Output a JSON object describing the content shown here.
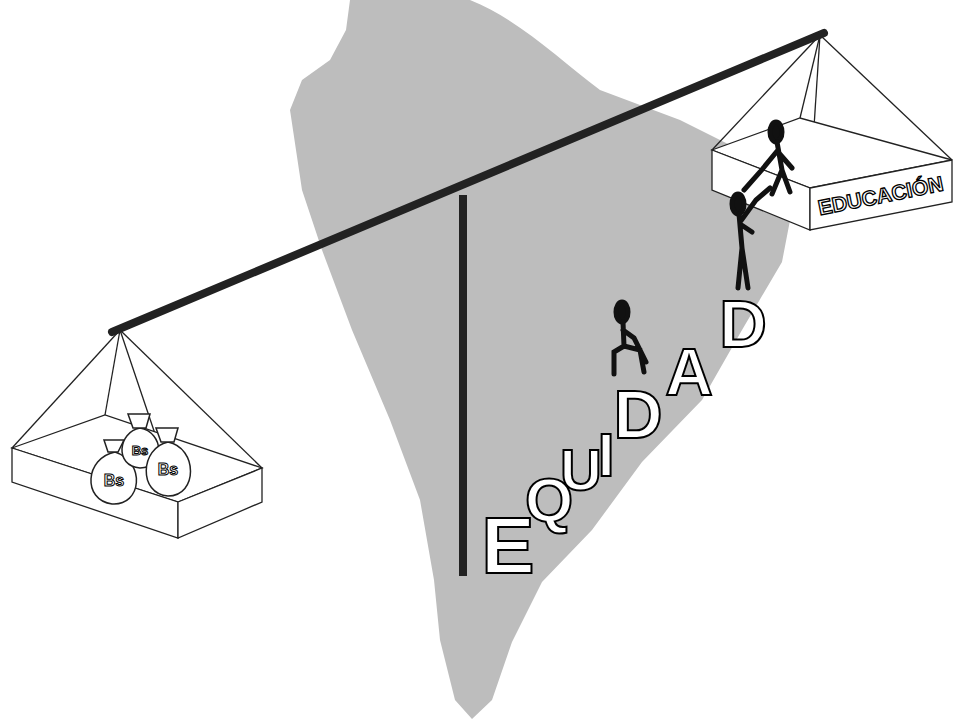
{
  "diagram": {
    "nodes": [
      {
        "text": [
          "EDUCACIÓN"
        ]
      }
    ],
    "labels": [
      "E",
      "Q",
      "U",
      "I",
      "D",
      "A",
      "D",
      "Bs",
      "Bs",
      "Bs"
    ]
  }
}
